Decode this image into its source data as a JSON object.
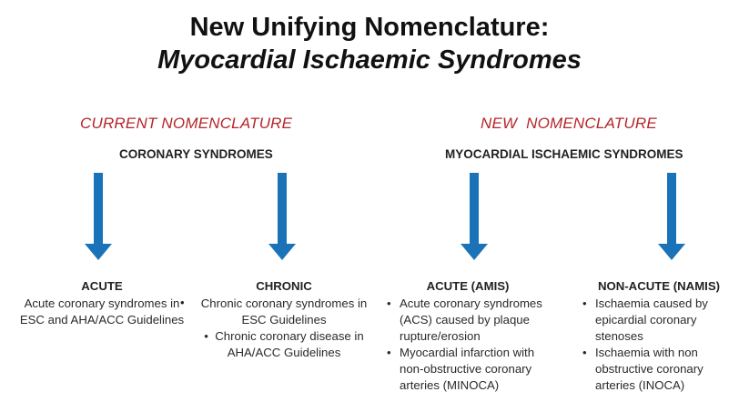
{
  "title": {
    "line1": "New Unifying Nomenclature:",
    "line2": "Myocardial Ischaemic Syndromes"
  },
  "left_section": {
    "label": "CURRENT NOMENCLATURE",
    "subtitle": "CORONARY SYNDROMES"
  },
  "right_section": {
    "label": "NEW  NOMENCLATURE",
    "subtitle": "MYOCARDIAL ISCHAEMIC SYNDROMES"
  },
  "columns": [
    {
      "heading": "ACUTE",
      "items": [
        "Acute coronary syndromes in ESC and AHA/ACC Guidelines"
      ]
    },
    {
      "heading": "CHRONIC",
      "items": [
        "Chronic coronary syndromes in ESC Guidelines",
        "Chronic coronary disease in AHA/ACC Guidelines"
      ]
    },
    {
      "heading": "ACUTE (AMIS)",
      "items": [
        "Acute coronary syndromes (ACS) caused by plaque rupture/erosion",
        "Myocardial infarction with non-obstructive coronary arteries (MINOCA)"
      ]
    },
    {
      "heading": "NON-ACUTE (NAMIS)",
      "items": [
        "Ischaemia caused by epicardial coronary stenoses",
        "Ischaemia with non obstructive coronary arteries (INOCA)"
      ]
    }
  ],
  "bullet": "•",
  "colors": {
    "accent_red": "#b5262b",
    "arrow_blue": "#1a73b8"
  }
}
